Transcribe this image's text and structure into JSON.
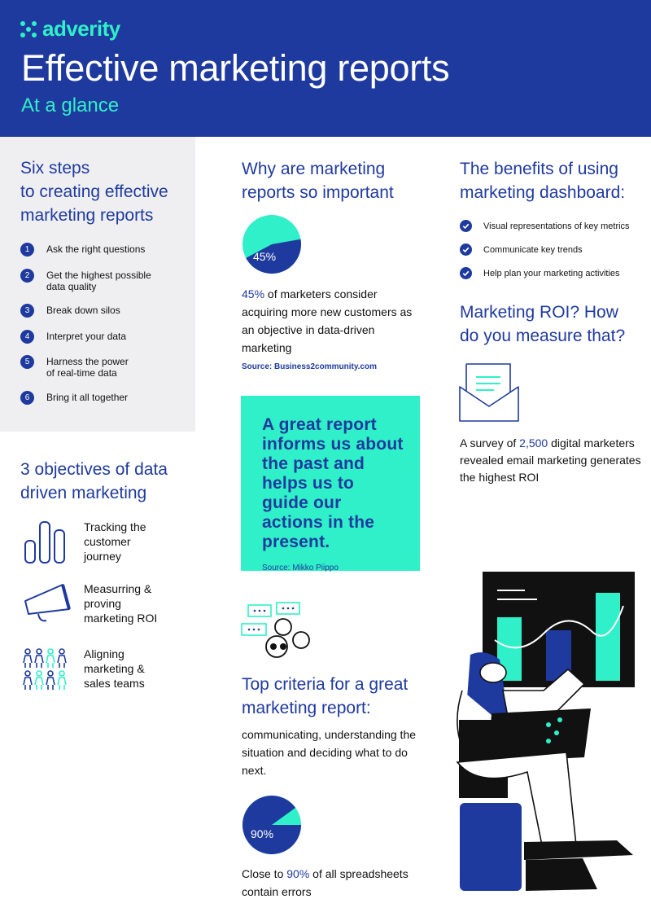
{
  "brand": {
    "logo_text": "adverity",
    "logo_icon": "adverity-logo-icon"
  },
  "colors": {
    "primary": "#1f3a9e",
    "accent": "#2ff0c8",
    "panel": "#efeff1"
  },
  "header": {
    "title": "Effective marketing reports",
    "subtitle": "At a glance"
  },
  "six_steps": {
    "title": "Six steps\nto creating effective\nmarketing reports",
    "steps": [
      {
        "num": "1",
        "text": "Ask the right questions"
      },
      {
        "num": "2",
        "text": "Get the highest possible\ndata quality"
      },
      {
        "num": "3",
        "text": "Break down silos"
      },
      {
        "num": "4",
        "text": "Interpret your data"
      },
      {
        "num": "5",
        "text": "Harness the power\nof real-time data"
      },
      {
        "num": "6",
        "text": "Bring it all together"
      }
    ]
  },
  "objectives": {
    "title": "3 objectives of data\ndriven marketing",
    "items": [
      {
        "icon": "bar-chart-icon",
        "label": "Tracking the\ncustomer\njourney"
      },
      {
        "icon": "megaphone-icon",
        "label": "Measurring &\nproving\nmarketing ROI"
      },
      {
        "icon": "team-icon",
        "label": "Aligning\nmarketing &\nsales teams"
      }
    ]
  },
  "why": {
    "title": "Why are marketing\nreports so important",
    "pie_label": "45%",
    "pie_value": 45,
    "highlight": "45%",
    "text": " of marketers consider acquiring more new customers as an objective in data-driven marketing",
    "source": "Source: Business2community.com"
  },
  "quote": {
    "text": "A great report informs us about the past and helps us to guide our actions in the present.",
    "source": "Source: Mikko Piippo"
  },
  "criteria": {
    "icon": "chat-bubbles-icon",
    "title": "Top criteria for a great\nmarketing report:",
    "text": "communicating, understanding the situation and deciding what to do next.",
    "pie_label": "90%",
    "pie_value": 90,
    "pre": "Close to ",
    "highlight": "90%",
    "post": " of all spreadsheets contain errors"
  },
  "benefits": {
    "title": "The benefits of using\nmarketing dashboard:",
    "items": [
      "Visual representations of key metrics",
      "Communicate key trends",
      "Help plan your marketing activities"
    ]
  },
  "roi": {
    "title": "Marketing ROI? How\ndo you measure that?",
    "icon": "envelope-icon",
    "pre": "A survey of ",
    "highlight": "2,500",
    "post": " digital marketers revealed email marketing generates the highest  ROI"
  },
  "illustration": {
    "icon": "person-with-laptop-and-dashboard-illustration"
  }
}
